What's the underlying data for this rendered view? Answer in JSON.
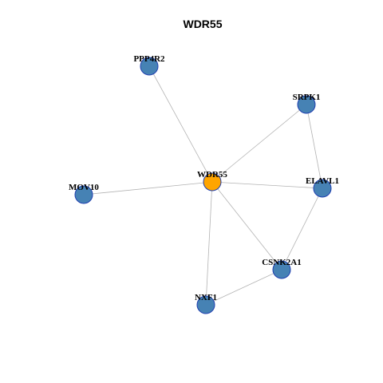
{
  "title": "WDR55",
  "colors": {
    "center_node": "#ffa500",
    "other_node": "#4682b4",
    "node_border": "#1f3fb0",
    "edge": "#b3b3b3"
  },
  "nodes": [
    {
      "id": "PPP4R2",
      "label": "PPP4R2",
      "center": false
    },
    {
      "id": "SRPK1",
      "label": "SRPK1",
      "center": false
    },
    {
      "id": "WDR55",
      "label": "WDR55",
      "center": true
    },
    {
      "id": "ELAVL1",
      "label": "ELAVL1",
      "center": false
    },
    {
      "id": "MOV10",
      "label": "MOV10",
      "center": false
    },
    {
      "id": "CSNK2A1",
      "label": "CSNK2A1",
      "center": false
    },
    {
      "id": "NXF1",
      "label": "NXF1",
      "center": false
    }
  ],
  "edges": [
    [
      "WDR55",
      "PPP4R2"
    ],
    [
      "WDR55",
      "SRPK1"
    ],
    [
      "WDR55",
      "ELAVL1"
    ],
    [
      "WDR55",
      "MOV10"
    ],
    [
      "WDR55",
      "CSNK2A1"
    ],
    [
      "WDR55",
      "NXF1"
    ],
    [
      "SRPK1",
      "ELAVL1"
    ],
    [
      "ELAVL1",
      "CSNK2A1"
    ],
    [
      "CSNK2A1",
      "NXF1"
    ]
  ]
}
